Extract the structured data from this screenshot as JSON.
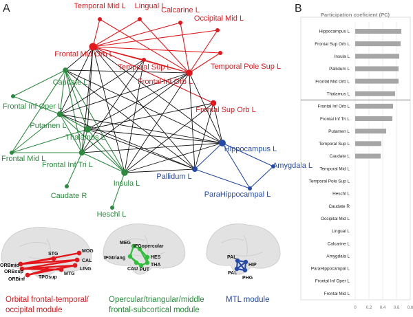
{
  "panel_a_letter": "A",
  "panel_b_letter": "B",
  "colors": {
    "red": "#e2161b",
    "green": "#2b8a3e",
    "blue": "#2449a8",
    "black": "#111111",
    "bar": "#a6a6a6"
  },
  "network": {
    "nodes": [
      {
        "id": "tmid",
        "label": "Temporal Mid L",
        "module": "red"
      },
      {
        "id": "ling",
        "label": "Lingual L",
        "module": "red"
      },
      {
        "id": "calc",
        "label": "Calcarine L",
        "module": "red"
      },
      {
        "id": "omid",
        "label": "Occipital Mid L",
        "module": "red"
      },
      {
        "id": "fmo",
        "label": "Frontal Mid Orb L",
        "module": "red"
      },
      {
        "id": "tsup",
        "label": "Temporal Sup L",
        "module": "red"
      },
      {
        "id": "tpole",
        "label": "Temporal Pole Sup L",
        "module": "red"
      },
      {
        "id": "fio",
        "label": "Frontal Inf Orb L",
        "module": "red"
      },
      {
        "id": "fso",
        "label": "Frontal Sup Orb L",
        "module": "red"
      },
      {
        "id": "caud",
        "label": "Caudate L",
        "module": "green"
      },
      {
        "id": "fiop",
        "label": "Frontal Inf Oper L",
        "module": "green"
      },
      {
        "id": "put",
        "label": "Putamen L",
        "module": "green"
      },
      {
        "id": "thal",
        "label": "Thalamus L",
        "module": "green"
      },
      {
        "id": "fmid",
        "label": "Frontal Mid L",
        "module": "green"
      },
      {
        "id": "fit",
        "label": "Frontal Inf Tri L",
        "module": "green"
      },
      {
        "id": "ins",
        "label": "Insula L",
        "module": "green"
      },
      {
        "id": "caudr",
        "label": "Caudate R",
        "module": "green"
      },
      {
        "id": "hes",
        "label": "Heschl L",
        "module": "green"
      },
      {
        "id": "hip",
        "label": "Hippocampus L",
        "module": "blue"
      },
      {
        "id": "amy",
        "label": "Amygdala L",
        "module": "blue"
      },
      {
        "id": "pal",
        "label": "Pallidum L",
        "module": "blue"
      },
      {
        "id": "phip",
        "label": "ParaHippocampal L",
        "module": "blue"
      }
    ],
    "edges": [
      [
        "fmo",
        "tmid"
      ],
      [
        "fmo",
        "ling"
      ],
      [
        "fmo",
        "calc"
      ],
      [
        "fmo",
        "omid"
      ],
      [
        "fmo",
        "tsup"
      ],
      [
        "fmo",
        "tpole"
      ],
      [
        "fmo",
        "fio"
      ],
      [
        "fmo",
        "fso"
      ],
      [
        "fio",
        "tmid"
      ],
      [
        "fio",
        "ling"
      ],
      [
        "fio",
        "calc"
      ],
      [
        "fio",
        "omid"
      ],
      [
        "fio",
        "tsup"
      ],
      [
        "fio",
        "tpole"
      ],
      [
        "caud",
        "fiop"
      ],
      [
        "caud",
        "put"
      ],
      [
        "caud",
        "thal"
      ],
      [
        "caud",
        "fmid"
      ],
      [
        "caud",
        "fit"
      ],
      [
        "caud",
        "ins"
      ],
      [
        "put",
        "fiop"
      ],
      [
        "put",
        "thal"
      ],
      [
        "put",
        "fmid"
      ],
      [
        "put",
        "fit"
      ],
      [
        "put",
        "ins"
      ],
      [
        "thal",
        "fit"
      ],
      [
        "thal",
        "ins"
      ],
      [
        "thal",
        "fmid"
      ],
      [
        "fit",
        "ins"
      ],
      [
        "fit",
        "fmid"
      ],
      [
        "fit",
        "caudr"
      ],
      [
        "ins",
        "hes"
      ],
      [
        "hip",
        "pal"
      ],
      [
        "hip",
        "amy"
      ],
      [
        "hip",
        "phip"
      ],
      [
        "pal",
        "phip"
      ],
      [
        "amy",
        "phip"
      ],
      [
        "fmo",
        "caud"
      ],
      [
        "fmo",
        "put"
      ],
      [
        "fmo",
        "thal"
      ],
      [
        "fmo",
        "fit"
      ],
      [
        "fmo",
        "ins"
      ],
      [
        "fmo",
        "pal"
      ],
      [
        "fmo",
        "hip"
      ],
      [
        "fio",
        "thal"
      ],
      [
        "fio",
        "ins"
      ],
      [
        "fio",
        "put"
      ],
      [
        "fio",
        "hip"
      ],
      [
        "fio",
        "caud"
      ],
      [
        "fio",
        "fit"
      ],
      [
        "fio",
        "pal"
      ],
      [
        "fso",
        "hip"
      ],
      [
        "fso",
        "thal"
      ],
      [
        "fso",
        "pal"
      ],
      [
        "fso",
        "ins"
      ],
      [
        "tsup",
        "put"
      ],
      [
        "tsup",
        "ins"
      ],
      [
        "tsup",
        "fit"
      ],
      [
        "thal",
        "hip"
      ],
      [
        "thal",
        "pal"
      ],
      [
        "ins",
        "hip"
      ],
      [
        "ins",
        "pal"
      ],
      [
        "fit",
        "hip"
      ],
      [
        "put",
        "hip"
      ],
      [
        "caud",
        "hip"
      ],
      [
        "caud",
        "pal"
      ],
      [
        "put",
        "pal"
      ]
    ]
  },
  "modules": [
    {
      "id": "red",
      "caption_lines": [
        "Orbital frontal-temporal/",
        "occipital module"
      ],
      "brain_labels": [
        "ORBmid",
        "ORBsup",
        "ORBinf",
        "TPOsup",
        "STG",
        "MOG",
        "CAL",
        "LING",
        "MTG"
      ]
    },
    {
      "id": "green",
      "caption_lines": [
        "Opercular/triangular/middle",
        "frontal-subcortical module"
      ],
      "brain_labels": [
        "MEG",
        "IFGopercular",
        "IFGtriang",
        "HES",
        "CAU",
        "PUT",
        "THA"
      ]
    },
    {
      "id": "blue",
      "caption_lines": [
        "MTL module"
      ],
      "brain_labels": [
        "PAL",
        "HIP",
        "PAL",
        "PHG"
      ]
    }
  ],
  "chart_data": {
    "type": "bar",
    "orientation": "horizontal",
    "title": "Participation coeficient (PC)",
    "categories": [
      "Hippocampus L",
      "Frontal Sup Orb L",
      "Insula L",
      "Pallidum L",
      "Frontal Mid Orb L",
      "Thalamus L",
      "Frontal Inf Orb L",
      "Frontal Inf Tri L",
      "Putamen L",
      "Temporal Sup L",
      "Caudate L",
      "Temporal Mid L",
      "Temporal Pole Sup L",
      "Heschl L",
      "Caudate R",
      "Occipital Mid L",
      "Lingual L",
      "Calcarine L",
      "Amygdala L",
      "ParaHippocampal L",
      "Frontal Inf Oper L",
      "Frontal Mid L"
    ],
    "values": [
      0.67,
      0.66,
      0.64,
      0.63,
      0.63,
      0.58,
      0.55,
      0.54,
      0.45,
      0.38,
      0.37,
      0,
      0,
      0,
      0,
      0,
      0,
      0,
      0,
      0,
      0,
      0
    ],
    "separator_after": 6,
    "xlim": [
      0,
      0.8
    ],
    "xticks": [
      "0",
      "0.2",
      "0.4",
      "0.6",
      "0.8"
    ],
    "grid": true,
    "xlabel": "",
    "ylabel": ""
  }
}
